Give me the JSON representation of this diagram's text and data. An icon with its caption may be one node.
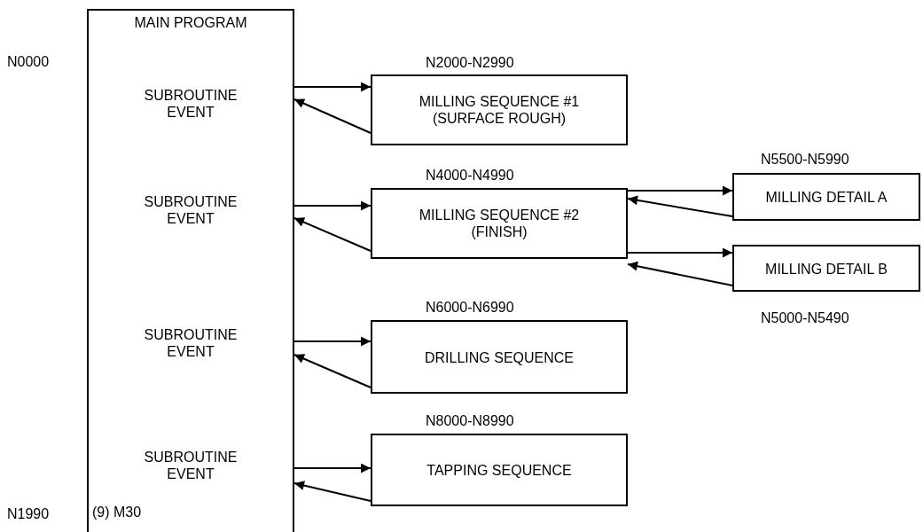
{
  "diagram": {
    "nodes": [
      {
        "text": [
          "MAIN PROGRAM",
          "SUBROUTINE EVENT",
          "SUBROUTINE EVENT",
          "SUBROUTINE EVENT",
          "SUBROUTINE EVENT",
          "(9) M30"
        ],
        "beside": [
          "N0000",
          "N1990"
        ]
      },
      {
        "text": [
          "MILLING SEQUENCE #1 (SURFACE ROUGH)"
        ],
        "beside": [
          "N2000-N2990"
        ]
      },
      {
        "text": [
          "MILLING SEQUENCE #2 (FINISH)"
        ],
        "beside": [
          "N4000-N4990"
        ]
      },
      {
        "text": [
          "MILLING DETAIL A"
        ],
        "beside": [
          "N5500-N5990"
        ]
      },
      {
        "text": [
          "MILLING DETAIL B"
        ],
        "beside": [
          "N5000-N5490"
        ]
      },
      {
        "text": [
          "DRILLING SEQUENCE"
        ],
        "beside": [
          "N6000-N6990"
        ]
      },
      {
        "text": [
          "TAPPING SEQUENCE"
        ],
        "beside": [
          "N8000-N8990"
        ]
      }
    ],
    "edges": [
      {
        "from": 0,
        "to": 1,
        "arrow": "to"
      },
      {
        "from": 1,
        "to": 0,
        "arrow": "to"
      },
      {
        "from": 0,
        "to": 2,
        "arrow": "to"
      },
      {
        "from": 2,
        "to": 0,
        "arrow": "to"
      },
      {
        "from": 2,
        "to": 3,
        "arrow": "to"
      },
      {
        "from": 3,
        "to": 2,
        "arrow": "to"
      },
      {
        "from": 2,
        "to": 4,
        "arrow": "to"
      },
      {
        "from": 4,
        "to": 2,
        "arrow": "to"
      },
      {
        "from": 0,
        "to": 5,
        "arrow": "to"
      },
      {
        "from": 5,
        "to": 0,
        "arrow": "to"
      },
      {
        "from": 0,
        "to": 6,
        "arrow": "to"
      },
      {
        "from": 6,
        "to": 0,
        "arrow": "to"
      }
    ]
  }
}
